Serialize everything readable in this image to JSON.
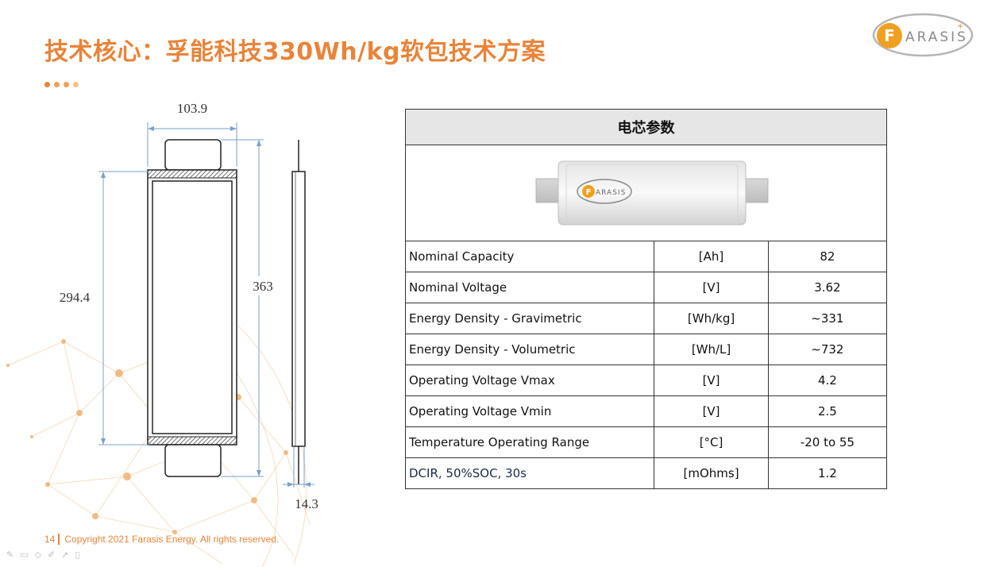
{
  "title": "技术核心：孚能科技330Wh/kg软包技术方案",
  "logo": {
    "letter": "F",
    "text": "ARASIS"
  },
  "drawing": {
    "width_label": "103.9",
    "height_label": "294.4",
    "total_height_label": "363",
    "thickness_label": "14.3"
  },
  "table": {
    "header": "电芯参数",
    "cell_logo": {
      "letter": "F",
      "text": "ARASIS"
    },
    "rows": [
      {
        "name": "Nominal Capacity",
        "unit": "[Ah]",
        "value": "82"
      },
      {
        "name": "Nominal Voltage",
        "unit": "[V]",
        "value": "3.62"
      },
      {
        "name": "Energy Density - Gravimetric",
        "unit": "[Wh/kg]",
        "value": "~331"
      },
      {
        "name": "Energy Density - Volumetric",
        "unit": "[Wh/L]",
        "value": "~732"
      },
      {
        "name": "Operating Voltage Vmax",
        "unit": "[V]",
        "value": "4.2"
      },
      {
        "name": "Operating Voltage Vmin",
        "unit": "[V]",
        "value": "2.5"
      },
      {
        "name": "Temperature Operating Range",
        "unit": "[°C]",
        "value": "-20 to 55"
      },
      {
        "name": "DCIR, 50%SOC, 30s",
        "unit": "[mOhms]",
        "value": "1.2"
      }
    ]
  },
  "footer": {
    "page": "14",
    "copyright": "Copyright 2021 Farasis Energy. All rights reserved."
  },
  "colors": {
    "accent": "#e8843a",
    "header_bg": "#e6e6e6"
  },
  "tool_icons": [
    "pen-icon",
    "subtitle-icon",
    "eraser-icon",
    "highlighter-icon",
    "pointer-icon",
    "battery-icon"
  ]
}
